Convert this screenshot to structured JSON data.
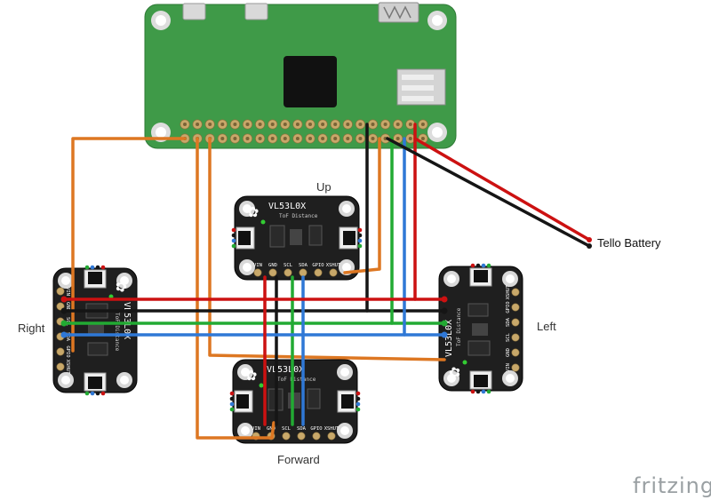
{
  "labels": {
    "up": "Up",
    "right": "Right",
    "left": "Left",
    "forward": "Forward",
    "battery": "Tello Battery"
  },
  "sensor": {
    "name": "VL53L0X",
    "subtitle": "ToF Distance",
    "pins": {
      "vin": "VIN",
      "gnd": "GND",
      "scl": "SCL",
      "sda": "SDA",
      "gpio": "GPIO",
      "xshut": "XSHUT"
    }
  },
  "watermark": "fritzing",
  "colors": {
    "board_green": "#3f9a48",
    "sensor_black": "#1f1f1f",
    "wire_red": "#cc1111",
    "wire_black": "#151515",
    "wire_green": "#22aa33",
    "wire_blue": "#2f78d6",
    "wire_orange": "#dd7722",
    "header_pad": "#c8a86a"
  }
}
